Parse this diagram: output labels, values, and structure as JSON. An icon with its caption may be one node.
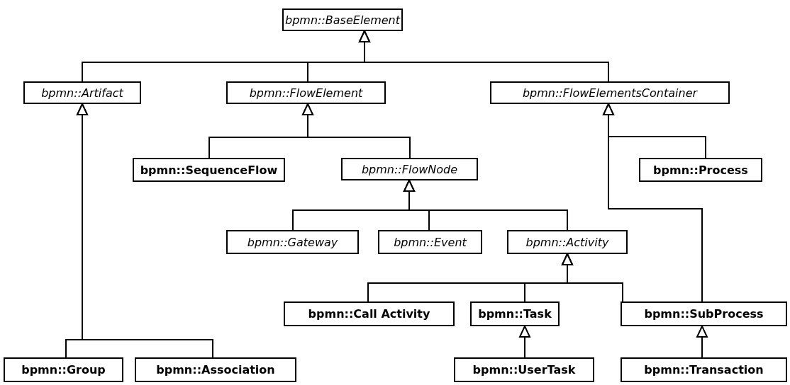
{
  "diagram": {
    "nodes": [
      {
        "text": [
          "bpmn::BaseElement"
        ]
      },
      {
        "text": [
          "bpmn::Artifact"
        ]
      },
      {
        "text": [
          "bpmn::FlowElement"
        ]
      },
      {
        "text": [
          "bpmn::FlowElementsContainer"
        ]
      },
      {
        "text": [
          "bpmn::SequenceFlow"
        ]
      },
      {
        "text": [
          "bpmn::FlowNode"
        ]
      },
      {
        "text": [
          "bpmn::Process"
        ]
      },
      {
        "text": [
          "bpmn::Gateway"
        ]
      },
      {
        "text": [
          "bpmn::Event"
        ]
      },
      {
        "text": [
          "bpmn::Activity"
        ]
      },
      {
        "text": [
          "bpmn::Call Activity"
        ]
      },
      {
        "text": [
          "bpmn::Task"
        ]
      },
      {
        "text": [
          "bpmn::SubProcess"
        ]
      },
      {
        "text": [
          "bpmn::Group"
        ]
      },
      {
        "text": [
          "bpmn::Association"
        ]
      },
      {
        "text": [
          "bpmn::UserTask"
        ]
      },
      {
        "text": [
          "bpmn::Transaction"
        ]
      }
    ],
    "edges": [
      {
        "from": 1,
        "to": 0,
        "arrow": "to"
      },
      {
        "from": 2,
        "to": 0,
        "arrow": "to"
      },
      {
        "from": 3,
        "to": 0,
        "arrow": "to"
      },
      {
        "from": 13,
        "to": 1,
        "arrow": "to"
      },
      {
        "from": 14,
        "to": 1,
        "arrow": "to"
      },
      {
        "from": 4,
        "to": 2,
        "arrow": "to"
      },
      {
        "from": 5,
        "to": 2,
        "arrow": "to"
      },
      {
        "from": 6,
        "to": 3,
        "arrow": "to"
      },
      {
        "from": 12,
        "to": 3,
        "arrow": "to"
      },
      {
        "from": 7,
        "to": 5,
        "arrow": "to"
      },
      {
        "from": 8,
        "to": 5,
        "arrow": "to"
      },
      {
        "from": 9,
        "to": 5,
        "arrow": "to"
      },
      {
        "from": 10,
        "to": 9,
        "arrow": "to"
      },
      {
        "from": 11,
        "to": 9,
        "arrow": "to"
      },
      {
        "from": 12,
        "to": 9,
        "arrow": "to"
      },
      {
        "from": 15,
        "to": 11,
        "arrow": "to"
      },
      {
        "from": 16,
        "to": 12,
        "arrow": "to"
      }
    ]
  }
}
